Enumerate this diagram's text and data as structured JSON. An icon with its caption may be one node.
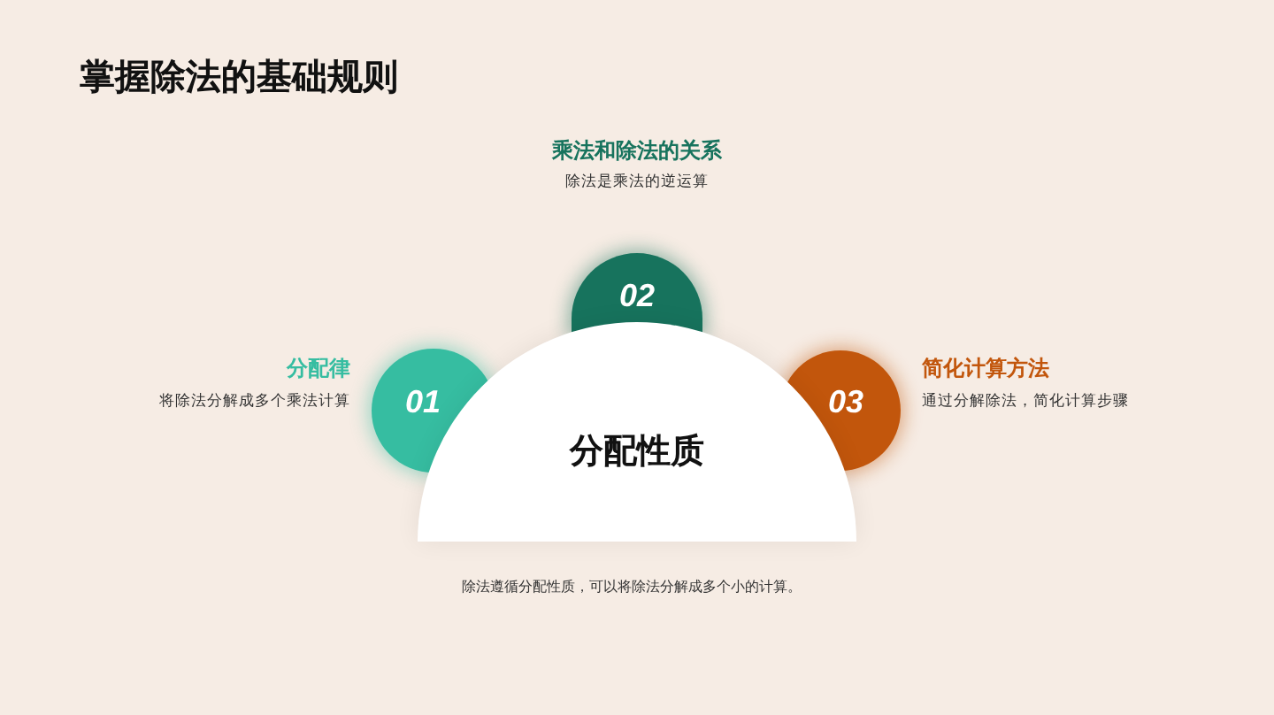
{
  "diagram": {
    "title": "掌握除法的基础规则",
    "nodes": [
      {
        "text": [
          "01"
        ],
        "beside": [
          "分配律",
          "将除法分解成多个乘法计算"
        ]
      },
      {
        "text": [
          "02"
        ],
        "beside": [
          "乘法和除法的关系",
          "除法是乘法的逆运算"
        ]
      },
      {
        "text": [
          "03"
        ],
        "beside": [
          "简化计算方法",
          "通过分解除法，简化计算步骤"
        ]
      },
      {
        "text": [
          "分配性质"
        ],
        "beside": [
          "除法遵循分配性质，可以将除法分解成多个小的计算。"
        ]
      }
    ]
  }
}
